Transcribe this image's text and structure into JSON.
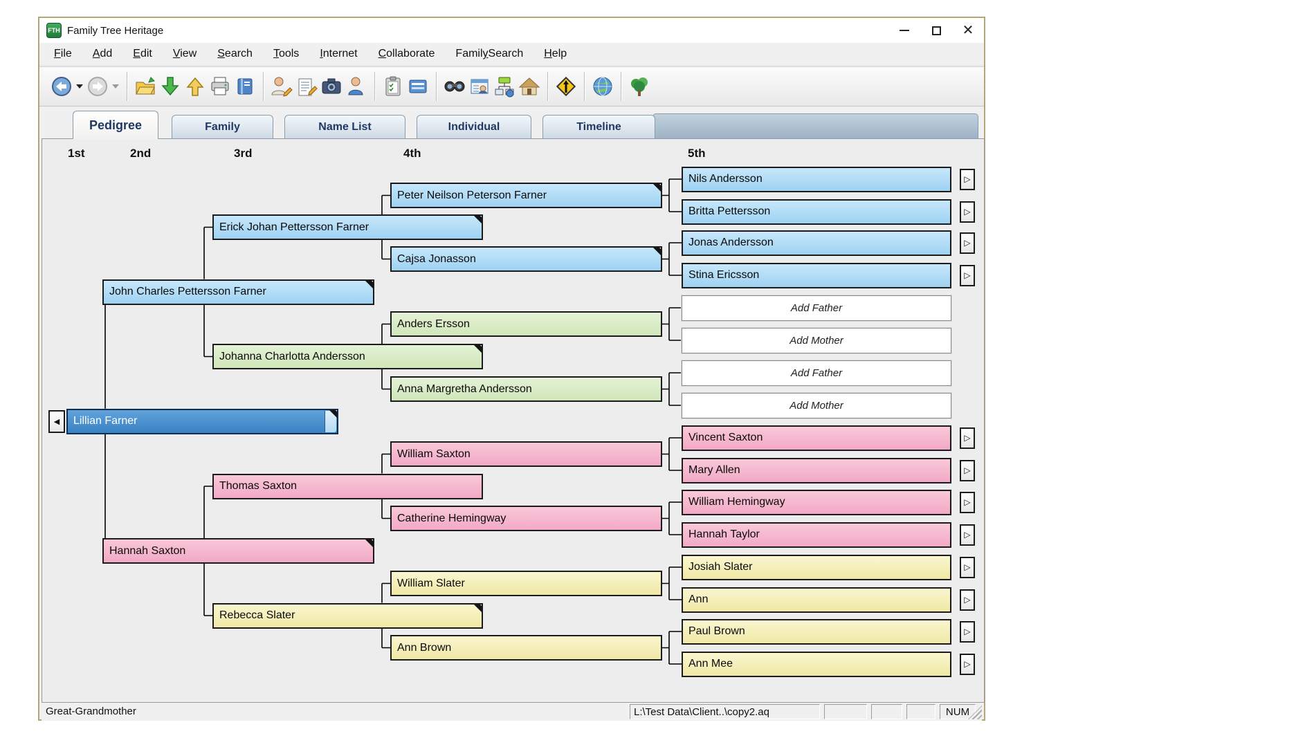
{
  "window": {
    "title": "Family Tree Heritage",
    "icon_text": "FTH"
  },
  "window_controls": {
    "minimize": "minimize",
    "maximize": "maximize",
    "close": "close"
  },
  "menu": {
    "items": [
      {
        "label": "File",
        "mnemonic": 0
      },
      {
        "label": "Add",
        "mnemonic": 0
      },
      {
        "label": "Edit",
        "mnemonic": 0
      },
      {
        "label": "View",
        "mnemonic": 0
      },
      {
        "label": "Search",
        "mnemonic": 0
      },
      {
        "label": "Tools",
        "mnemonic": 0
      },
      {
        "label": "Internet",
        "mnemonic": 0
      },
      {
        "label": "Collaborate",
        "mnemonic": 0
      },
      {
        "label": "FamilySearch",
        "mnemonic": 5
      },
      {
        "label": "Help",
        "mnemonic": 0
      }
    ]
  },
  "toolbar": {
    "items": [
      {
        "name": "back",
        "type": "button"
      },
      {
        "name": "back-caret",
        "type": "caret"
      },
      {
        "name": "forward",
        "type": "button",
        "disabled": true
      },
      {
        "name": "forward-caret",
        "type": "caret",
        "disabled": true
      },
      {
        "type": "separator"
      },
      {
        "name": "open-file",
        "type": "button"
      },
      {
        "name": "import",
        "type": "button"
      },
      {
        "name": "export",
        "type": "button"
      },
      {
        "name": "print",
        "type": "button"
      },
      {
        "name": "book",
        "type": "button"
      },
      {
        "type": "separator"
      },
      {
        "name": "edit-person",
        "type": "button"
      },
      {
        "name": "notes",
        "type": "button"
      },
      {
        "name": "media",
        "type": "button"
      },
      {
        "name": "add-person",
        "type": "button"
      },
      {
        "type": "separator"
      },
      {
        "name": "tasks",
        "type": "button"
      },
      {
        "name": "address-book",
        "type": "button"
      },
      {
        "type": "separator"
      },
      {
        "name": "search",
        "type": "button"
      },
      {
        "name": "reports",
        "type": "button"
      },
      {
        "name": "chart",
        "type": "button"
      },
      {
        "name": "home",
        "type": "button"
      },
      {
        "type": "separator"
      },
      {
        "name": "merge",
        "type": "button"
      },
      {
        "type": "separator"
      },
      {
        "name": "web",
        "type": "button"
      },
      {
        "type": "separator"
      },
      {
        "name": "tree",
        "type": "button"
      }
    ]
  },
  "tabs": {
    "active": "Pedigree",
    "items": [
      "Pedigree",
      "Family",
      "Name List",
      "Individual",
      "Timeline"
    ]
  },
  "generations": [
    "1st",
    "2nd",
    "3rd",
    "4th",
    "5th"
  ],
  "pedigree": {
    "persons": [
      {
        "name": "Lillian Farner",
        "gen": 1,
        "row": 0,
        "color": "selected",
        "fold": true,
        "left_arrow": true
      },
      {
        "name": "John Charles Pettersson Farner",
        "gen": 2,
        "row": 0,
        "color": "blue",
        "fold": true
      },
      {
        "name": "Hannah Saxton",
        "gen": 2,
        "row": 1,
        "color": "pink",
        "fold": true
      },
      {
        "name": "Erick Johan Pettersson Farner",
        "gen": 3,
        "row": 0,
        "color": "blue",
        "fold": true
      },
      {
        "name": "Johanna Charlotta Andersson",
        "gen": 3,
        "row": 1,
        "color": "green",
        "fold": true
      },
      {
        "name": "Thomas Saxton",
        "gen": 3,
        "row": 2,
        "color": "pink"
      },
      {
        "name": "Rebecca Slater",
        "gen": 3,
        "row": 3,
        "color": "yellow",
        "fold": true
      },
      {
        "name": "Peter Neilson Peterson Farner",
        "gen": 4,
        "row": 0,
        "color": "blue",
        "fold": true
      },
      {
        "name": "Cajsa Jonasson",
        "gen": 4,
        "row": 1,
        "color": "blue",
        "fold": true
      },
      {
        "name": "Anders Ersson",
        "gen": 4,
        "row": 2,
        "color": "green"
      },
      {
        "name": "Anna Margretha Andersson",
        "gen": 4,
        "row": 3,
        "color": "green"
      },
      {
        "name": "William Saxton",
        "gen": 4,
        "row": 4,
        "color": "pink"
      },
      {
        "name": "Catherine Hemingway",
        "gen": 4,
        "row": 5,
        "color": "pink"
      },
      {
        "name": "William Slater",
        "gen": 4,
        "row": 6,
        "color": "yellow"
      },
      {
        "name": "Ann Brown",
        "gen": 4,
        "row": 7,
        "color": "yellow"
      },
      {
        "name": "Nils Andersson",
        "gen": 5,
        "row": 0,
        "color": "blue",
        "arrow": true
      },
      {
        "name": "Britta Pettersson",
        "gen": 5,
        "row": 1,
        "color": "blue",
        "arrow": true
      },
      {
        "name": "Jonas Andersson",
        "gen": 5,
        "row": 2,
        "color": "blue",
        "arrow": true
      },
      {
        "name": "Stina Ericsson",
        "gen": 5,
        "row": 3,
        "color": "blue",
        "arrow": true
      },
      {
        "name": "Add Father",
        "gen": 5,
        "row": 4,
        "color": "white"
      },
      {
        "name": "Add Mother",
        "gen": 5,
        "row": 5,
        "color": "white"
      },
      {
        "name": "Add Father",
        "gen": 5,
        "row": 6,
        "color": "white"
      },
      {
        "name": "Add Mother",
        "gen": 5,
        "row": 7,
        "color": "white"
      },
      {
        "name": "Vincent Saxton",
        "gen": 5,
        "row": 8,
        "color": "pink",
        "arrow": true
      },
      {
        "name": "Mary Allen",
        "gen": 5,
        "row": 9,
        "color": "pink",
        "arrow": true
      },
      {
        "name": "William Hemingway",
        "gen": 5,
        "row": 10,
        "color": "pink",
        "arrow": true
      },
      {
        "name": "Hannah Taylor",
        "gen": 5,
        "row": 11,
        "color": "pink",
        "arrow": true
      },
      {
        "name": "Josiah Slater",
        "gen": 5,
        "row": 12,
        "color": "yellow",
        "arrow": true
      },
      {
        "name": "Ann",
        "gen": 5,
        "row": 13,
        "color": "yellow",
        "arrow": true
      },
      {
        "name": "Paul Brown",
        "gen": 5,
        "row": 14,
        "color": "yellow",
        "arrow": true
      },
      {
        "name": "Ann Mee",
        "gen": 5,
        "row": 15,
        "color": "yellow",
        "arrow": true
      }
    ]
  },
  "colors": {
    "blue": "#a9d9f5",
    "green": "#d9ecc6",
    "pink": "#f5b5cd",
    "yellow": "#f5efb5",
    "selected": "#4a90cf",
    "line": "#000000",
    "canvas": "#ededed",
    "tab_text": "#1f3864"
  },
  "icons": {
    "arrow_right": "▷",
    "arrow_left": "◀"
  },
  "status_bar": {
    "left_text": "Great-Grandmother",
    "file_path": "L:\\Test Data\\Client..\\copy2.aq",
    "num_indicator": "NUM"
  }
}
